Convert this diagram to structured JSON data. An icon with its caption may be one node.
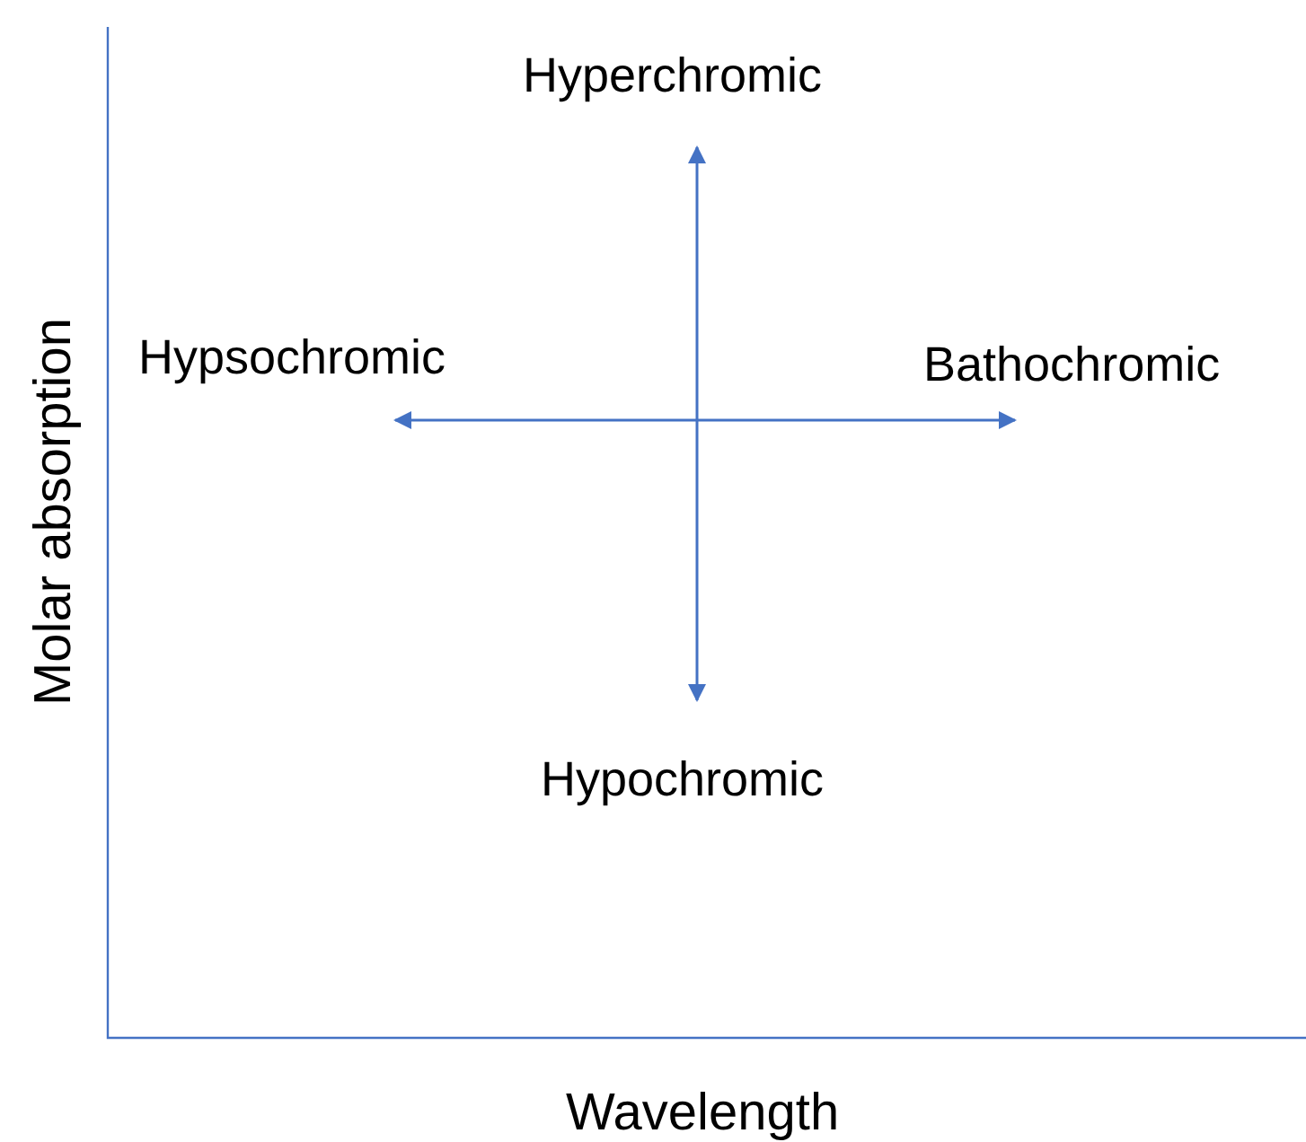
{
  "diagram": {
    "nodes": [
      {
        "text": [
          "Hyperchromic"
        ]
      },
      {
        "text": [
          "Hypsochromic"
        ]
      },
      {
        "text": [
          "Bathochromic"
        ]
      },
      {
        "text": [
          "Hypochromic"
        ]
      }
    ],
    "edges": [
      {
        "from": 3,
        "to": 0,
        "arrow": "both"
      },
      {
        "from": 1,
        "to": 2,
        "arrow": "both"
      }
    ],
    "labels": [
      "Molar absorption",
      "Wavelength"
    ]
  }
}
